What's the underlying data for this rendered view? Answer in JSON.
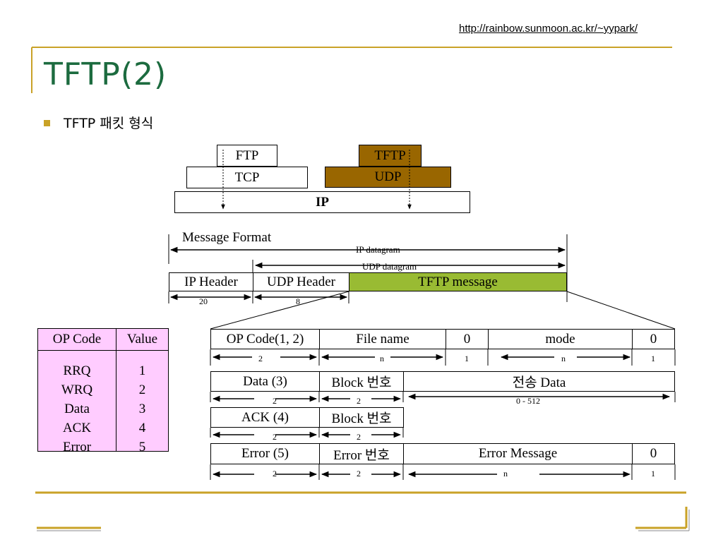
{
  "header": {
    "url": "http://rainbow.sunmoon.ac.kr/~yypark/",
    "title": "TFTP(2)",
    "bullet": "TFTP 패킷 형식"
  },
  "stack": {
    "ftp": "FTP",
    "tcp": "TCP",
    "tftp": "TFTP",
    "udp": "UDP",
    "ip": "IP"
  },
  "format": {
    "label": "Message  Format",
    "ip_datagram": "IP  datagram",
    "udp_datagram": "UDP  datagram",
    "ip_header": "IP  Header",
    "udp_header": "UDP Header",
    "tftp_message": "TFTP  message",
    "ip_header_size": "20",
    "udp_header_size": "8"
  },
  "op_table": {
    "headers": [
      "OP Code",
      "Value"
    ],
    "codes": [
      "RRQ",
      "WRQ",
      "Data",
      "ACK",
      "Error"
    ],
    "values": [
      "1",
      "2",
      "3",
      "4",
      "5"
    ]
  },
  "packets": {
    "request": {
      "fields": [
        "OP Code(1, 2)",
        "File  name",
        "0",
        "mode",
        "0"
      ],
      "sizes": [
        "2",
        "n",
        "1",
        "n",
        "1"
      ]
    },
    "data": {
      "fields": [
        "Data (3)",
        "Block 번호",
        "전송 Data"
      ],
      "sizes": [
        "2",
        "2",
        "0 - 512"
      ]
    },
    "ack": {
      "fields": [
        "ACK (4)",
        "Block 번호"
      ],
      "sizes": [
        "2",
        "2"
      ]
    },
    "error": {
      "fields": [
        "Error (5)",
        "Error 번호",
        "Error  Message",
        "0"
      ],
      "sizes": [
        "2",
        "2",
        "n",
        "1"
      ]
    }
  },
  "colors": {
    "title": "#1c6b3f",
    "accent_line": "#c9a227",
    "tftp_udp_fill": "#996600",
    "tftp_message_fill": "#99bb33",
    "op_table_fill": "#ffccff"
  }
}
